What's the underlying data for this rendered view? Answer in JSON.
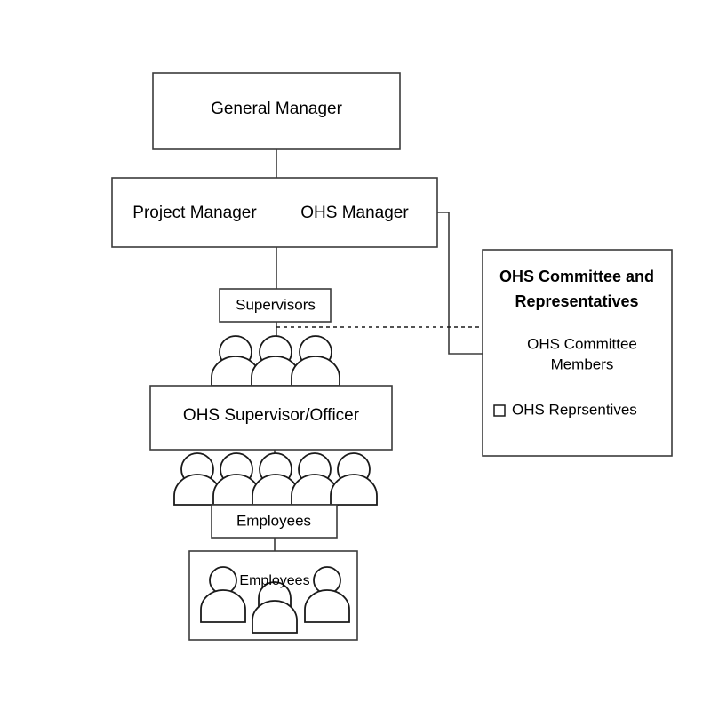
{
  "diagram": {
    "title": "OHS Organizational Structure Chart",
    "type": "org-chart",
    "background_color": "#ffffff",
    "line_color": "#3b3b3b",
    "text_color": "#000000"
  },
  "nodes": {
    "general_manager": {
      "label": "General Manager"
    },
    "project_manager": {
      "label": "Project Manager"
    },
    "ohs_manager": {
      "label": "OHS Manager"
    },
    "supervisors": {
      "label": "Supervisors"
    },
    "ohs_supervisor_officer": {
      "label": "OHS Supervisor/Officer"
    },
    "employees": {
      "label": "Employees"
    },
    "employees_group": {
      "label": "Employees"
    }
  },
  "committee": {
    "title_line1": "OHS Committee and",
    "title_line2": "Representatives",
    "members_line1": "OHS Committee",
    "members_line2": "Members",
    "representatives": "OHS Reprsentives"
  },
  "icons": {
    "person_group_supervisors_count": 3,
    "person_group_employees_count": 5,
    "person_group_bottom_count": 3,
    "bullet": "square-bullet-icon"
  }
}
